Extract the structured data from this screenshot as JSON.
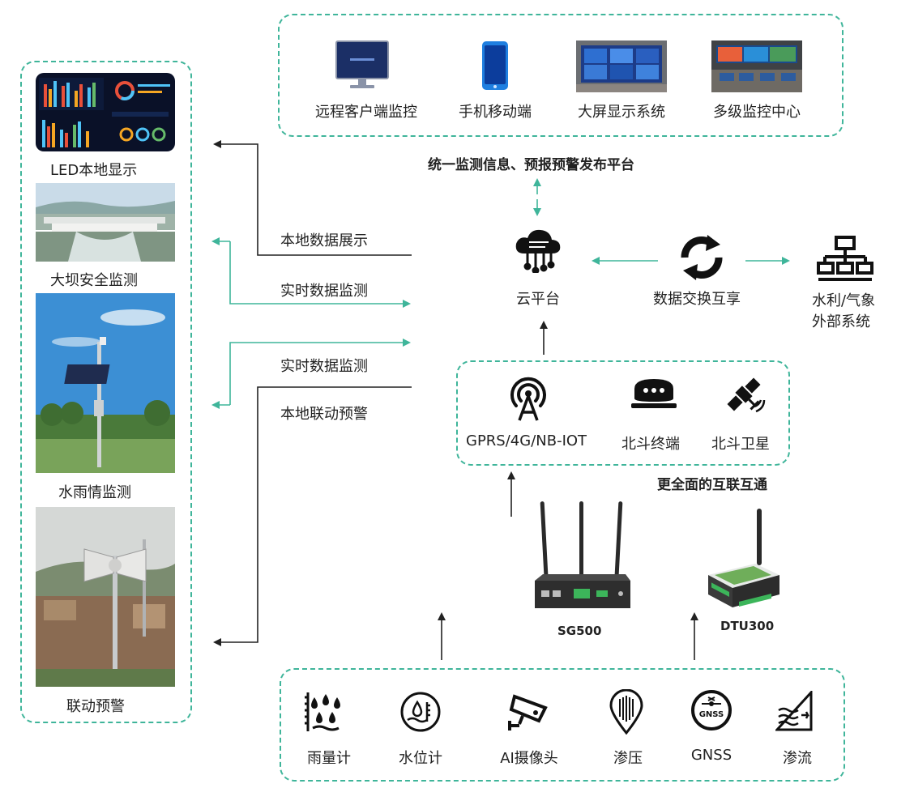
{
  "left_panel": {
    "items": [
      {
        "label": "LED本地显示"
      },
      {
        "label": "大坝安全监测"
      },
      {
        "label": "水雨情监测"
      },
      {
        "label": "联动预警"
      }
    ]
  },
  "top_panel": {
    "items": [
      {
        "label": "远程客户端监控",
        "icon": "monitor-icon"
      },
      {
        "label": "手机移动端",
        "icon": "phone-icon"
      },
      {
        "label": "大屏显示系统",
        "icon": "video-wall-icon"
      },
      {
        "label": "多级监控中心",
        "icon": "control-room-icon"
      }
    ],
    "caption": "统一监测信息、预报预警发布平台"
  },
  "flows": {
    "local_display": "本地数据展示",
    "realtime_1": "实时数据监测",
    "realtime_2": "实时数据监测",
    "local_warning": "本地联动预警"
  },
  "cloud": {
    "label": "云平台",
    "icon": "cloud-icon"
  },
  "exchange": {
    "label": "数据交换互享",
    "icon": "sync-icon"
  },
  "external": {
    "label_line1": "水利/气象",
    "label_line2": "外部系统",
    "icon": "network-icon"
  },
  "comm_panel": {
    "items": [
      {
        "label": "GPRS/4G/NB-IOT",
        "icon": "antenna-icon"
      },
      {
        "label": "北斗终端",
        "icon": "beidou-terminal-icon"
      },
      {
        "label": "北斗卫星",
        "icon": "satellite-icon"
      }
    ],
    "caption": "更全面的互联互通"
  },
  "devices": {
    "router": "SG500",
    "dtu": "DTU300"
  },
  "sensor_panel": {
    "items": [
      {
        "label": "雨量计",
        "icon": "rain-gauge-icon"
      },
      {
        "label": "水位计",
        "icon": "water-level-icon"
      },
      {
        "label": "AI摄像头",
        "icon": "camera-icon"
      },
      {
        "label": "渗压",
        "icon": "seepage-pressure-icon"
      },
      {
        "label": "GNSS",
        "icon": "gnss-icon"
      },
      {
        "label": "渗流",
        "icon": "seepage-flow-icon"
      }
    ],
    "gnss_badge": "GNSS"
  },
  "colors": {
    "accent": "#3fb59a",
    "line": "#222222"
  }
}
